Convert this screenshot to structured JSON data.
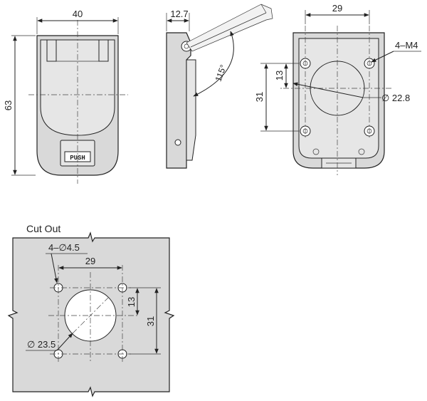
{
  "front": {
    "width": "40",
    "height": "63",
    "push": "PUSH"
  },
  "side": {
    "width": "12.7",
    "angle": "115°"
  },
  "back": {
    "width": "29",
    "holes": "4–M4",
    "v_small": "13",
    "v_large": "31",
    "dia": "∅ 22.8"
  },
  "cutout": {
    "title": "Cut Out",
    "holes": "4–∅4.5",
    "width": "29",
    "v_small": "13",
    "v_large": "31",
    "dia": "∅ 23.5"
  },
  "colors": {
    "part": "#d9d9d9",
    "line": "#222222"
  }
}
